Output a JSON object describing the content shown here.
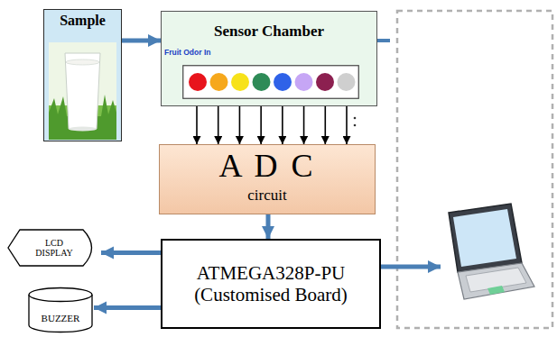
{
  "diagram": {
    "nodes": [
      {
        "text": [
          "Sample"
        ]
      },
      {
        "text": [
          "Sensor Chamber",
          "Fruit Odor In"
        ]
      },
      {
        "text": [
          "A D C",
          "circuit"
        ]
      },
      {
        "text": [
          "ATMEGA328P-PU (Customised Board)"
        ]
      },
      {
        "text": [
          "LCD DISPLAY"
        ]
      },
      {
        "text": [
          "BUZZER"
        ]
      }
    ],
    "edges": [
      {
        "from": 0,
        "to": 1,
        "arrow": "to"
      },
      {
        "from": 1,
        "to": 2,
        "arrow": "to"
      },
      {
        "from": 1,
        "to": 2,
        "arrow": "to"
      },
      {
        "from": 1,
        "to": 2,
        "arrow": "to"
      },
      {
        "from": 1,
        "to": 2,
        "arrow": "to"
      },
      {
        "from": 1,
        "to": 2,
        "arrow": "to"
      },
      {
        "from": 1,
        "to": 2,
        "arrow": "to"
      },
      {
        "from": 1,
        "to": 2,
        "arrow": "to"
      },
      {
        "from": 1,
        "to": 2,
        "arrow": "to"
      },
      {
        "from": 2,
        "to": 3,
        "arrow": "to"
      },
      {
        "from": 3,
        "to": 4,
        "arrow": "to"
      },
      {
        "from": 3,
        "to": 5,
        "arrow": "to"
      }
    ]
  }
}
